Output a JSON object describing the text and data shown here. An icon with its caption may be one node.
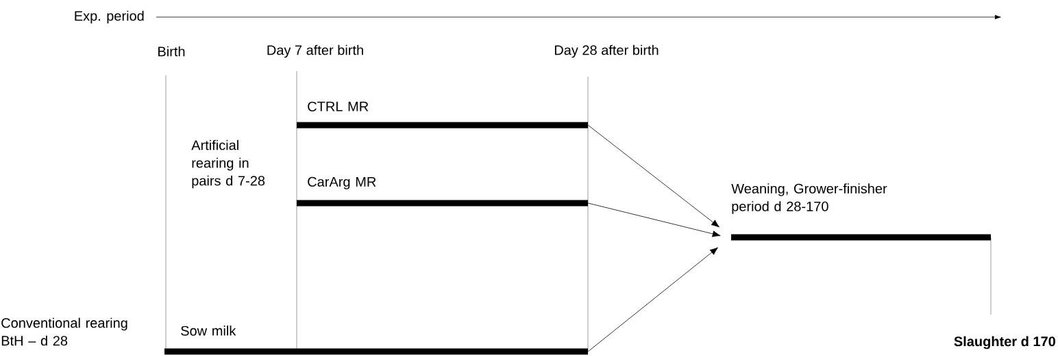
{
  "diagram": {
    "nodes": [
      {
        "text": [
          "CTRL MR"
        ]
      },
      {
        "text": [
          "CarArg MR"
        ]
      },
      {
        "text": [
          "Sow milk"
        ]
      },
      {
        "text": [
          "Weaning, Grower-finisher period d 28-170"
        ]
      }
    ],
    "edges": [
      {
        "from": 0,
        "to": 3,
        "arrow": "to"
      },
      {
        "from": 1,
        "to": 3,
        "arrow": "to"
      },
      {
        "from": 2,
        "to": 3,
        "arrow": "to"
      }
    ],
    "labels": [
      "Exp. period",
      "Birth",
      "Day 7 after birth",
      "Day 28 after birth",
      "Artificial rearing in pairs d 7-28",
      "Conventional rearing BtH – d 28",
      "Slaughter d 170"
    ]
  }
}
